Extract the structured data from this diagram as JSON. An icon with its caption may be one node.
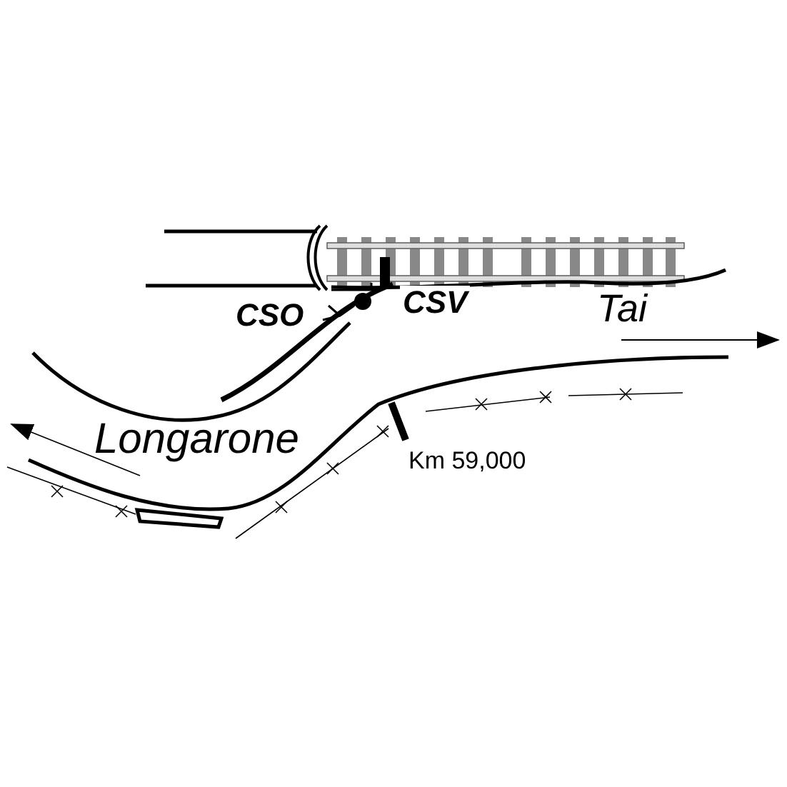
{
  "diagram": {
    "labels": [
      "CSV",
      "CSO",
      "Tai",
      "Longarone",
      "Km 59,000"
    ]
  }
}
